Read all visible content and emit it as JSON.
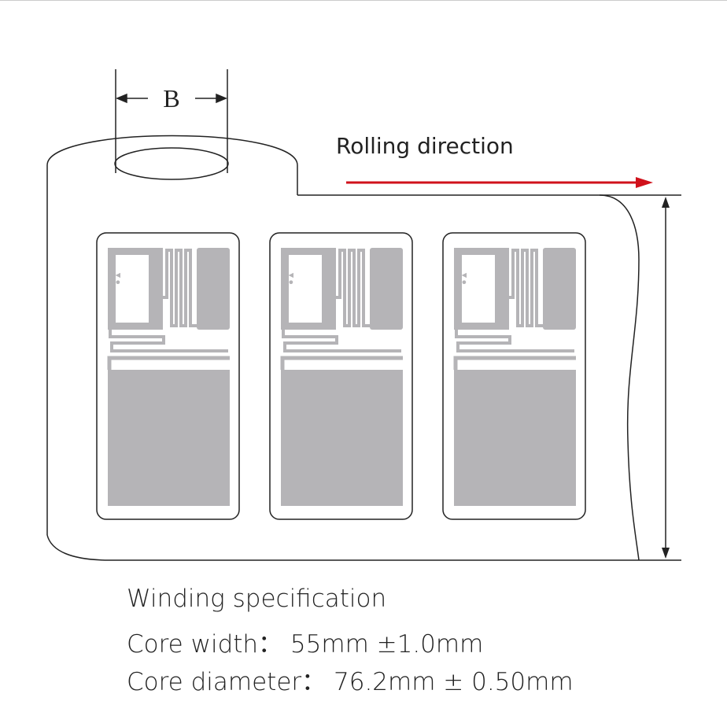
{
  "dimension_label": "B",
  "rolling_direction": "Rolling direction",
  "label_count": 3,
  "colors": {
    "arrow": "#d0111b",
    "antenna": "#b5b4b7",
    "line": "#222222"
  },
  "spec": {
    "title": "Winding specification",
    "core_width_label": "Core width：",
    "core_width_value": "55mm ±1.0mm",
    "core_diameter_label": "Core diameter：",
    "core_diameter_value": "76.2mm ± 0.50mm"
  }
}
